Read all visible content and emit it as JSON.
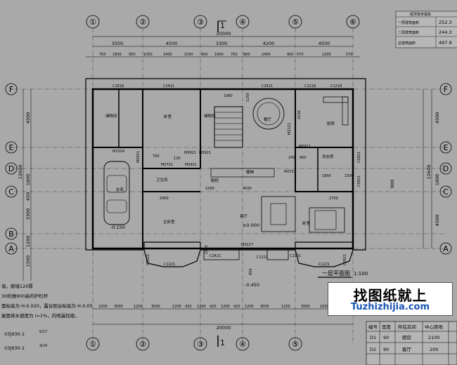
{
  "axes": {
    "columns": [
      "①",
      "②",
      "③",
      "④",
      "⑤",
      "⑥"
    ],
    "rows": [
      "F",
      "E",
      "D",
      "C",
      "B",
      "A"
    ],
    "section_mark": "1"
  },
  "top_dims": {
    "total": "20000",
    "row1": [
      "3500",
      "4500",
      "3300",
      "4200",
      "4500"
    ],
    "row2": [
      "750",
      "1800",
      "950",
      "1050",
      "2400",
      "1050",
      "900",
      "1800",
      "750",
      "900",
      "2400",
      "900",
      "570",
      "1200",
      "570"
    ]
  },
  "bottom_dims": {
    "total": "20000",
    "row1": [
      "1000",
      "3500",
      "1200",
      "3000",
      "1200",
      "420",
      "1200",
      "420",
      "1200",
      "420",
      "1200",
      "3000",
      "1200",
      "3500",
      "1000"
    ]
  },
  "left_dims": {
    "total": "12600",
    "parts": [
      "4500",
      "1800",
      "450",
      "3300",
      "1200",
      "1500"
    ]
  },
  "right_dims": {
    "total": "12600",
    "parts": [
      "4500",
      "1800",
      "900",
      "4500"
    ]
  },
  "windows": [
    "C1818",
    "C2421",
    "C2421",
    "C1218",
    "C1218",
    "C1221",
    "C1221",
    "C1221",
    "C2421",
    "C1221",
    "C0921",
    "C0921",
    "C0921",
    "C0921"
  ],
  "doors": [
    "M1524",
    "M0921",
    "M0921",
    "M0721",
    "M0921",
    "M0921",
    "M0921",
    "M0721",
    "M3227",
    "M2121"
  ],
  "rooms": {
    "storage": "储物间",
    "bedroom_left": "卧室",
    "garage": "车库",
    "bath": "卫生间",
    "master_bedroom": "主卧室",
    "dining": "餐厅",
    "kitchen": "厨房",
    "living": "客厅",
    "laundry": "洗衣房",
    "bedroom_right": "卧室",
    "stair": "楼梯",
    "shoe": "鞋柜"
  },
  "levels": {
    "floor": "±0.000",
    "garage": "-0.150",
    "outside": "-0.450"
  },
  "other_dims": [
    "1980",
    "1250",
    "2100",
    "700",
    "120",
    "2400",
    "2700",
    "1500",
    "4500",
    "240",
    "900",
    "1500",
    "1800",
    "850",
    "2100"
  ],
  "title": {
    "name": "一层平面图",
    "scale": "1:100"
  },
  "notes": [
    "墙，厕墙120厚",
    "30的做900高的护栏杆",
    "面标高为 H-0.020，露台阳台标高为 H-0.05",
    "屋面排水坡度为 i=1%，向地漏找坡。",
    "03J930-1",
    "03J930-1"
  ],
  "note_fractions": [
    "6/17",
    "4/24"
  ],
  "tech_table": {
    "title": "经济技术指标",
    "rows": [
      {
        "label": "一层建筑面积",
        "value": "252.3"
      },
      {
        "label": "二层建筑面积",
        "value": "244.3"
      },
      {
        "label": "总建筑面积",
        "value": "497.9"
      }
    ]
  },
  "door_table": {
    "headers": [
      "编号",
      "宽度",
      "所在房间",
      "中心距地",
      ""
    ],
    "rows": [
      [
        "D1",
        "90",
        "厨房",
        "2100",
        ""
      ],
      [
        "D2",
        "90",
        "客厅",
        "200",
        ""
      ]
    ]
  },
  "watermark": {
    "cn": "找图纸就上",
    "en": "Tuzhizhijia.com"
  }
}
